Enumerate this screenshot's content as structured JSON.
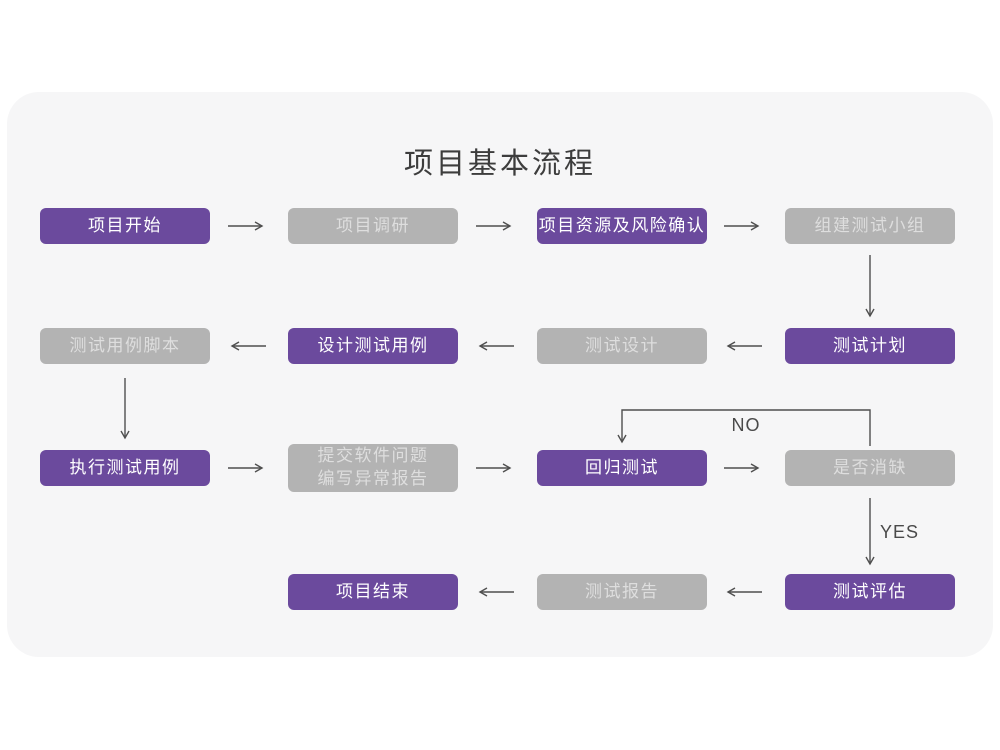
{
  "title": "项目基本流程",
  "colors": {
    "purple": "#6b4a9d",
    "gray": "#b3b3b3",
    "arrow": "#4f4f4f",
    "purple_text": "#ffffff",
    "gray_text": "#dedede",
    "card_bg": "#f6f6f7",
    "page_bg": "#ffffff",
    "title_text": "#3d3d3d"
  },
  "branch_labels": {
    "no": "NO",
    "yes": "YES"
  },
  "nodes": [
    {
      "id": "project-start",
      "label": "项目开始",
      "variant": "purple"
    },
    {
      "id": "project-research",
      "label": "项目调研",
      "variant": "gray"
    },
    {
      "id": "resource-risk-confirm",
      "label": "项目资源及风险确认",
      "variant": "purple"
    },
    {
      "id": "build-test-team",
      "label": "组建测试小组",
      "variant": "gray"
    },
    {
      "id": "test-plan",
      "label": "测试计划",
      "variant": "purple"
    },
    {
      "id": "test-design",
      "label": "测试设计",
      "variant": "gray"
    },
    {
      "id": "design-test-cases",
      "label": "设计测试用例",
      "variant": "purple"
    },
    {
      "id": "test-case-scripts",
      "label": "测试用例脚本",
      "variant": "gray"
    },
    {
      "id": "run-test-cases",
      "label": "执行测试用例",
      "variant": "purple"
    },
    {
      "id": "submit-issue-report",
      "label": "提交软件问题\n编写异常报告",
      "variant": "gray"
    },
    {
      "id": "regression-test",
      "label": "回归测试",
      "variant": "purple"
    },
    {
      "id": "defect-cleared",
      "label": "是否消缺",
      "variant": "gray"
    },
    {
      "id": "test-evaluation",
      "label": "测试评估",
      "variant": "purple"
    },
    {
      "id": "test-report",
      "label": "测试报告",
      "variant": "gray"
    },
    {
      "id": "project-end",
      "label": "项目结束",
      "variant": "purple"
    }
  ]
}
